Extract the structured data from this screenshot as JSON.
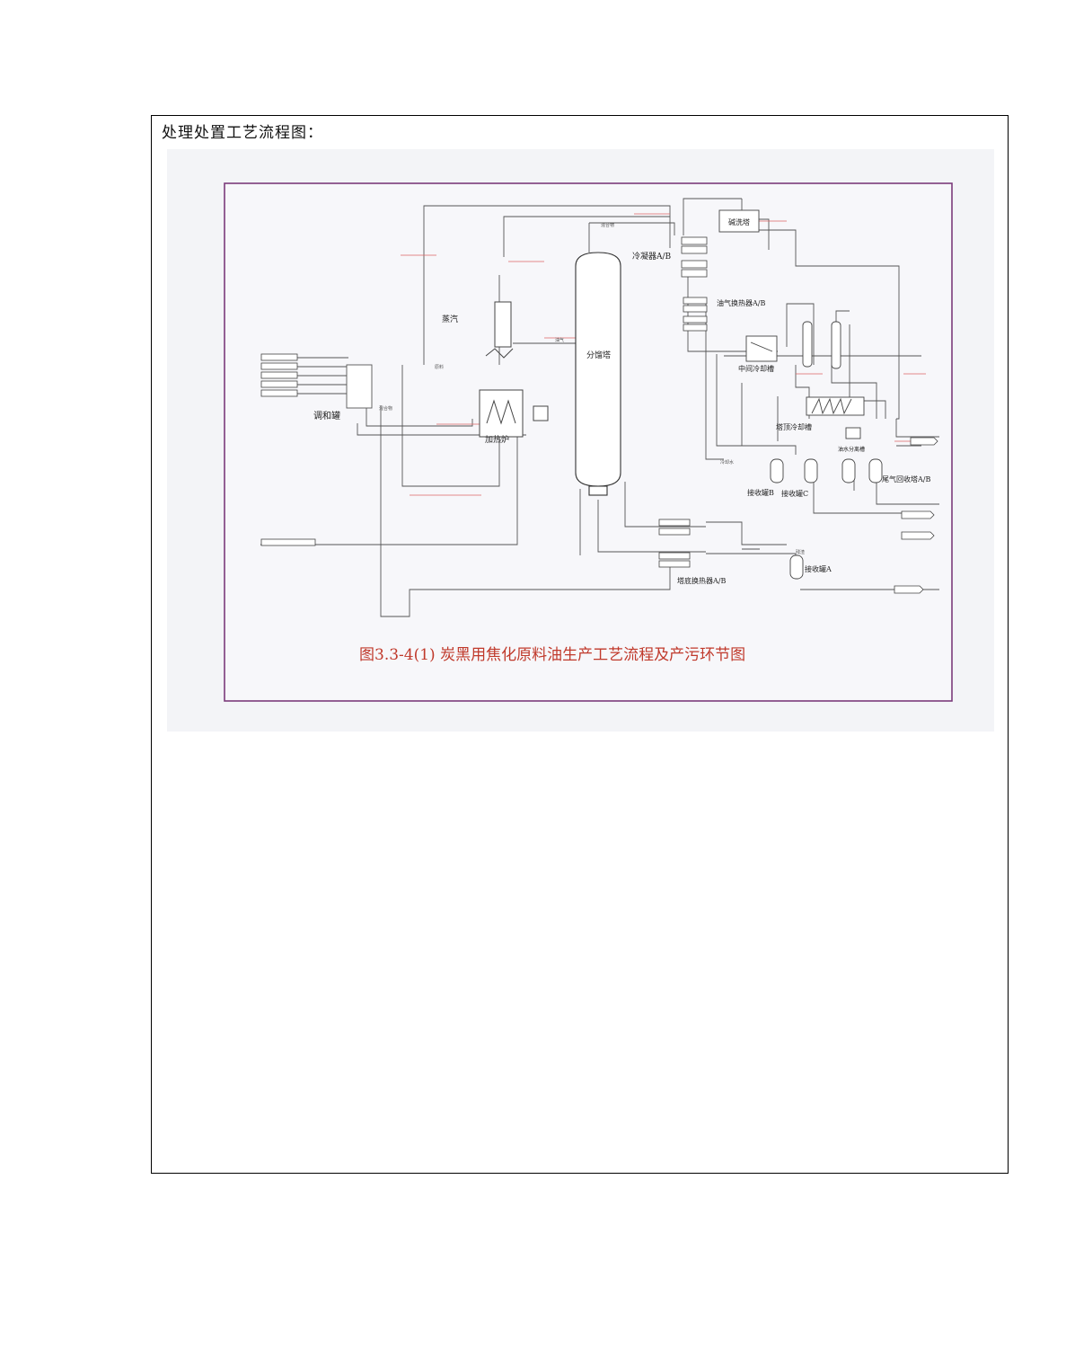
{
  "page": {
    "heading": "处理处置工艺流程图："
  },
  "figure": {
    "caption": "图3.3-4(1) 炭黑用焦化原料油生产工艺流程及产污环节图",
    "equipment": {
      "blend_tank": "调和罐",
      "heating_furnace": "加热炉",
      "fractionator": "分馏塔",
      "steam": "蒸汽",
      "condenser": "冷凝器A/B",
      "oil_gas_exchanger": "油气换热器A/B",
      "alkali_wash_tower": "碱洗塔",
      "intermediate_cooling_tank": "中间冷却槽",
      "overhead_cooling_tank": "塔顶冷却槽",
      "oil_water_separator": "油水分离槽",
      "tail_gas_recovery_tower": "尾气回收塔A/B",
      "receiver_a": "接收罐A",
      "receiver_b": "接收罐B",
      "receiver_c": "接收罐C",
      "bottom_exchanger": "塔底换热器A/B"
    }
  }
}
